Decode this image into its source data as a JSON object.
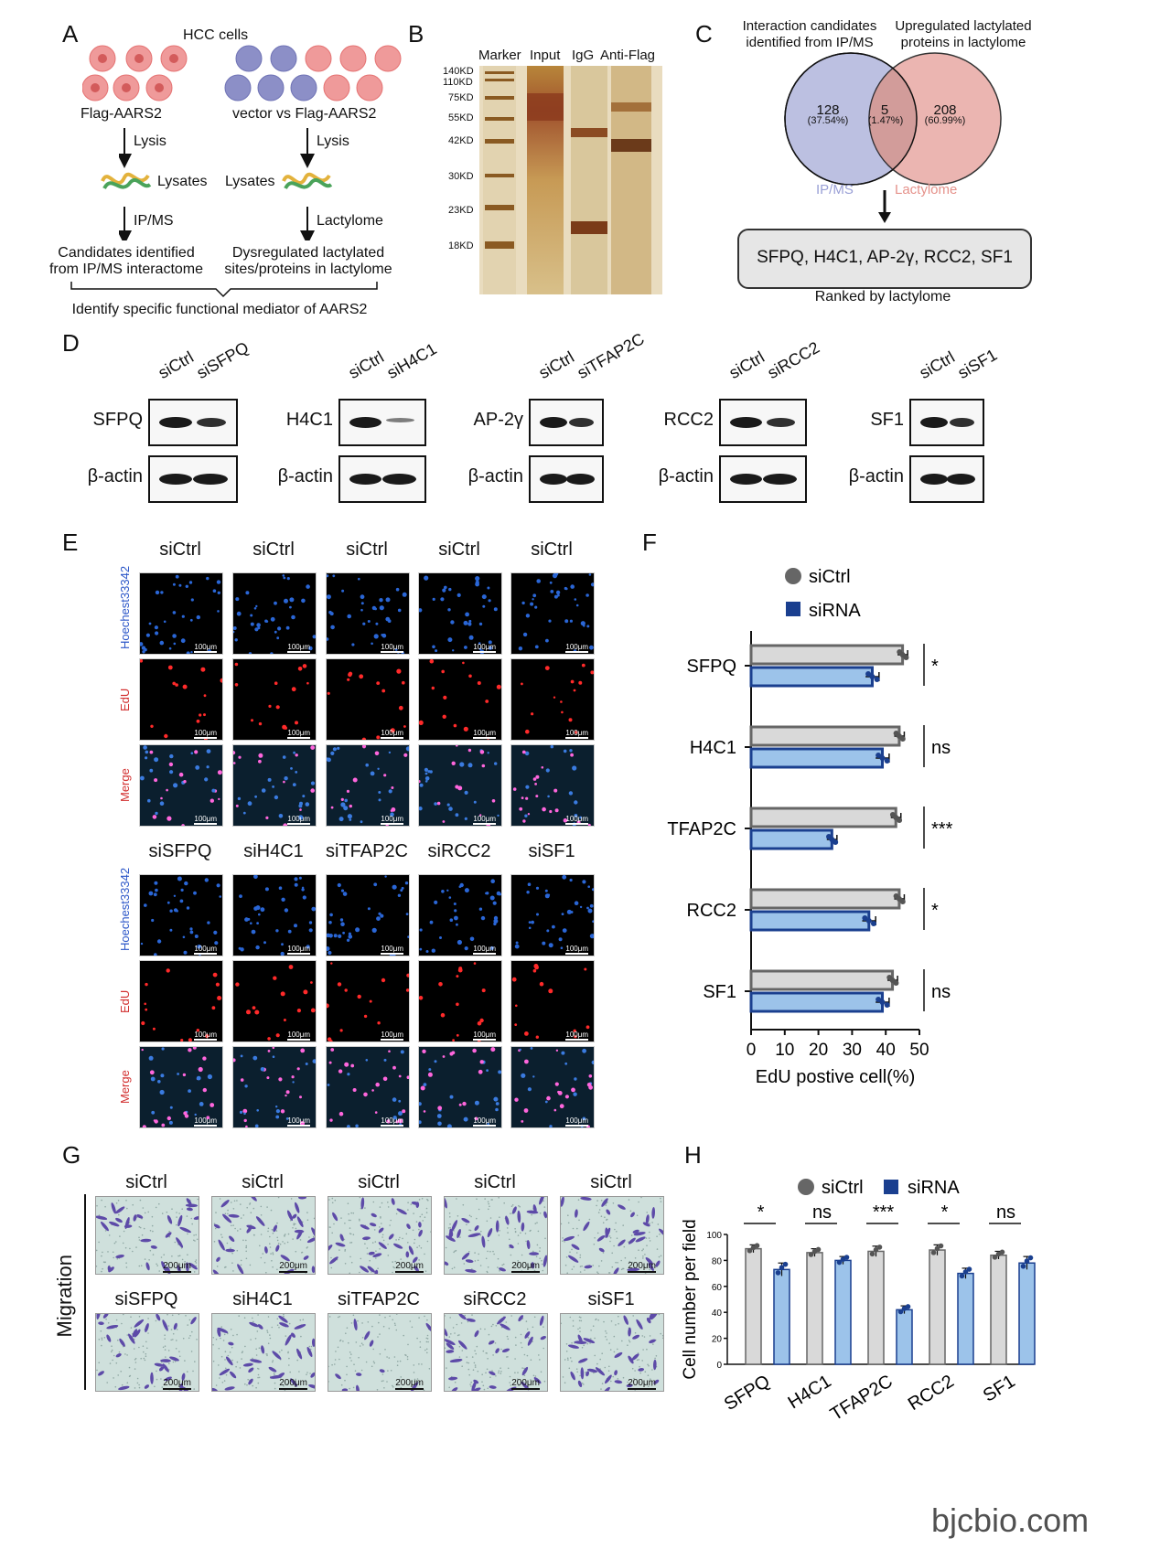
{
  "panels": [
    "A",
    "B",
    "C",
    "D",
    "E",
    "F",
    "G",
    "H"
  ],
  "panelA": {
    "title": "HCC cells",
    "left_label": "Flag-AARS2",
    "right_label": "vector vs Flag-AARS2",
    "lysis_left": "Lysis",
    "lysis_right": "Lysis",
    "lysates_left": "Lysates",
    "lysates_right": "Lysates",
    "method_left": "IP/MS",
    "method_right": "Lactylome",
    "result_left_1": "Candidates identified",
    "result_left_2": "from IP/MS interactome",
    "result_right_1": "Dysregulated lactylated",
    "result_right_2": "sites/proteins in lactylome",
    "conclusion": "Identify specific functional mediator of AARS2"
  },
  "panelB": {
    "lane_labels": [
      "Marker",
      "Input",
      "IgG",
      "Anti-Flag"
    ],
    "markers": [
      "140KD",
      "110KD",
      "75KD",
      "55KD",
      "42KD",
      "30KD",
      "23KD",
      "18KD"
    ]
  },
  "panelC": {
    "header_left_1": "Interaction candidates",
    "header_left_2": "identified from IP/MS",
    "header_right_1": "Upregulated lactylated",
    "header_right_2": "proteins in lactylome",
    "left_count": "128",
    "left_pct": "(37.54%)",
    "overlap_count": "5",
    "overlap_pct": "(1.47%)",
    "right_count": "208",
    "right_pct": "(60.99%)",
    "left_name": "IP/MS",
    "right_name": "Lactylome",
    "box_text": "SFPQ, H4C1, AP-2γ, RCC2, SF1",
    "footer": "Ranked by lactylome",
    "left_color": "#b9bde0",
    "right_color": "#e8a9a4"
  },
  "panelD": {
    "blots": [
      {
        "ctrl": "siCtrl",
        "si": "siSFPQ",
        "target": "SFPQ",
        "loading": "β-actin"
      },
      {
        "ctrl": "siCtrl",
        "si": "siH4C1",
        "target": "H4C1",
        "loading": "β-actin"
      },
      {
        "ctrl": "siCtrl",
        "si": "siTFAP2C",
        "target": "AP-2γ",
        "loading": "β-actin"
      },
      {
        "ctrl": "siCtrl",
        "si": "siRCC2",
        "target": "RCC2",
        "loading": "β-actin"
      },
      {
        "ctrl": "siCtrl",
        "si": "siSF1",
        "target": "SF1",
        "loading": "β-actin"
      }
    ]
  },
  "panelE": {
    "top_cols": [
      "siCtrl",
      "siCtrl",
      "siCtrl",
      "siCtrl",
      "siCtrl"
    ],
    "bottom_cols": [
      "siSFPQ",
      "siH4C1",
      "siTFAP2C",
      "siRCC2",
      "siSF1"
    ],
    "rows": [
      "Hoechest33342",
      "EdU",
      "Merge"
    ],
    "scale": "100μm"
  },
  "panelG": {
    "top_cols": [
      "siCtrl",
      "siCtrl",
      "siCtrl",
      "siCtrl",
      "siCtrl"
    ],
    "bottom_cols": [
      "siSFPQ",
      "siH4C1",
      "siTFAP2C",
      "siRCC2",
      "siSF1"
    ],
    "row_label": "Migration",
    "scale": "200μm"
  },
  "chart_data": [
    {
      "id": "F",
      "type": "bar",
      "orientation": "horizontal",
      "categories": [
        "SFPQ",
        "H4C1",
        "TFAP2C",
        "RCC2",
        "SF1"
      ],
      "series": [
        {
          "name": "siCtrl",
          "values": [
            45,
            44,
            43,
            44,
            42
          ],
          "err": [
            1.5,
            1.5,
            1.5,
            1.5,
            1.5
          ],
          "color": "#d9d9d9",
          "edge": "#666666"
        },
        {
          "name": "siRNA",
          "values": [
            36,
            39,
            24,
            35,
            39
          ],
          "err": [
            2,
            2,
            1.5,
            2,
            2
          ],
          "color": "#9cc3ea",
          "edge": "#1a3f8f"
        }
      ],
      "significance": [
        "*",
        "ns",
        "***",
        "*",
        "ns"
      ],
      "xlabel": "EdU postive cell(%)",
      "xlim": [
        0,
        50
      ],
      "xticks": [
        0,
        10,
        20,
        30,
        40,
        50
      ],
      "legend": "top"
    },
    {
      "id": "H",
      "type": "bar",
      "categories": [
        "SFPQ",
        "H4C1",
        "TFAP2C",
        "RCC2",
        "SF1"
      ],
      "series": [
        {
          "name": "siCtrl",
          "values": [
            89,
            86,
            87,
            88,
            84
          ],
          "err": [
            3,
            3,
            4,
            4,
            3
          ],
          "color": "#d9d9d9",
          "edge": "#666666"
        },
        {
          "name": "siRNA",
          "values": [
            73,
            80,
            42,
            70,
            78
          ],
          "err": [
            5,
            3,
            3,
            4,
            5
          ],
          "color": "#9cc3ea",
          "edge": "#1a3f8f"
        }
      ],
      "significance": [
        "*",
        "ns",
        "***",
        "*",
        "ns"
      ],
      "ylabel": "Cell number per field",
      "ylim": [
        0,
        100
      ],
      "yticks": [
        0,
        20,
        40,
        60,
        80,
        100
      ],
      "legend": "top"
    }
  ],
  "watermark": "bjcbio.com"
}
